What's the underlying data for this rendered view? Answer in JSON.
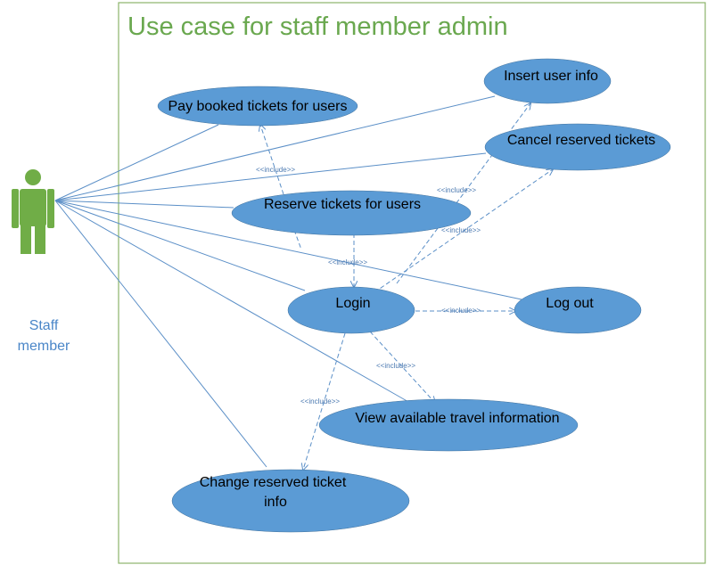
{
  "title": "Use case for staff member admin",
  "actor": {
    "label_line1": "Staff",
    "label_line2": "member"
  },
  "use_cases": {
    "pay": "Pay booked tickets for users",
    "insert": "Insert user info",
    "cancel": "Cancel reserved tickets",
    "reserve": "Reserve tickets for users",
    "login": "Login",
    "logout": "Log out",
    "view": "View available travel information",
    "change_line1": "Change reserved ticket",
    "change_line2": "info"
  },
  "include_label": "<<include>>",
  "colors": {
    "ellipse": "#5b9bd5",
    "title": "#6aa84f",
    "actor": "#70ad47",
    "lines": "#5b8fc7",
    "border": "#8cb56a"
  }
}
